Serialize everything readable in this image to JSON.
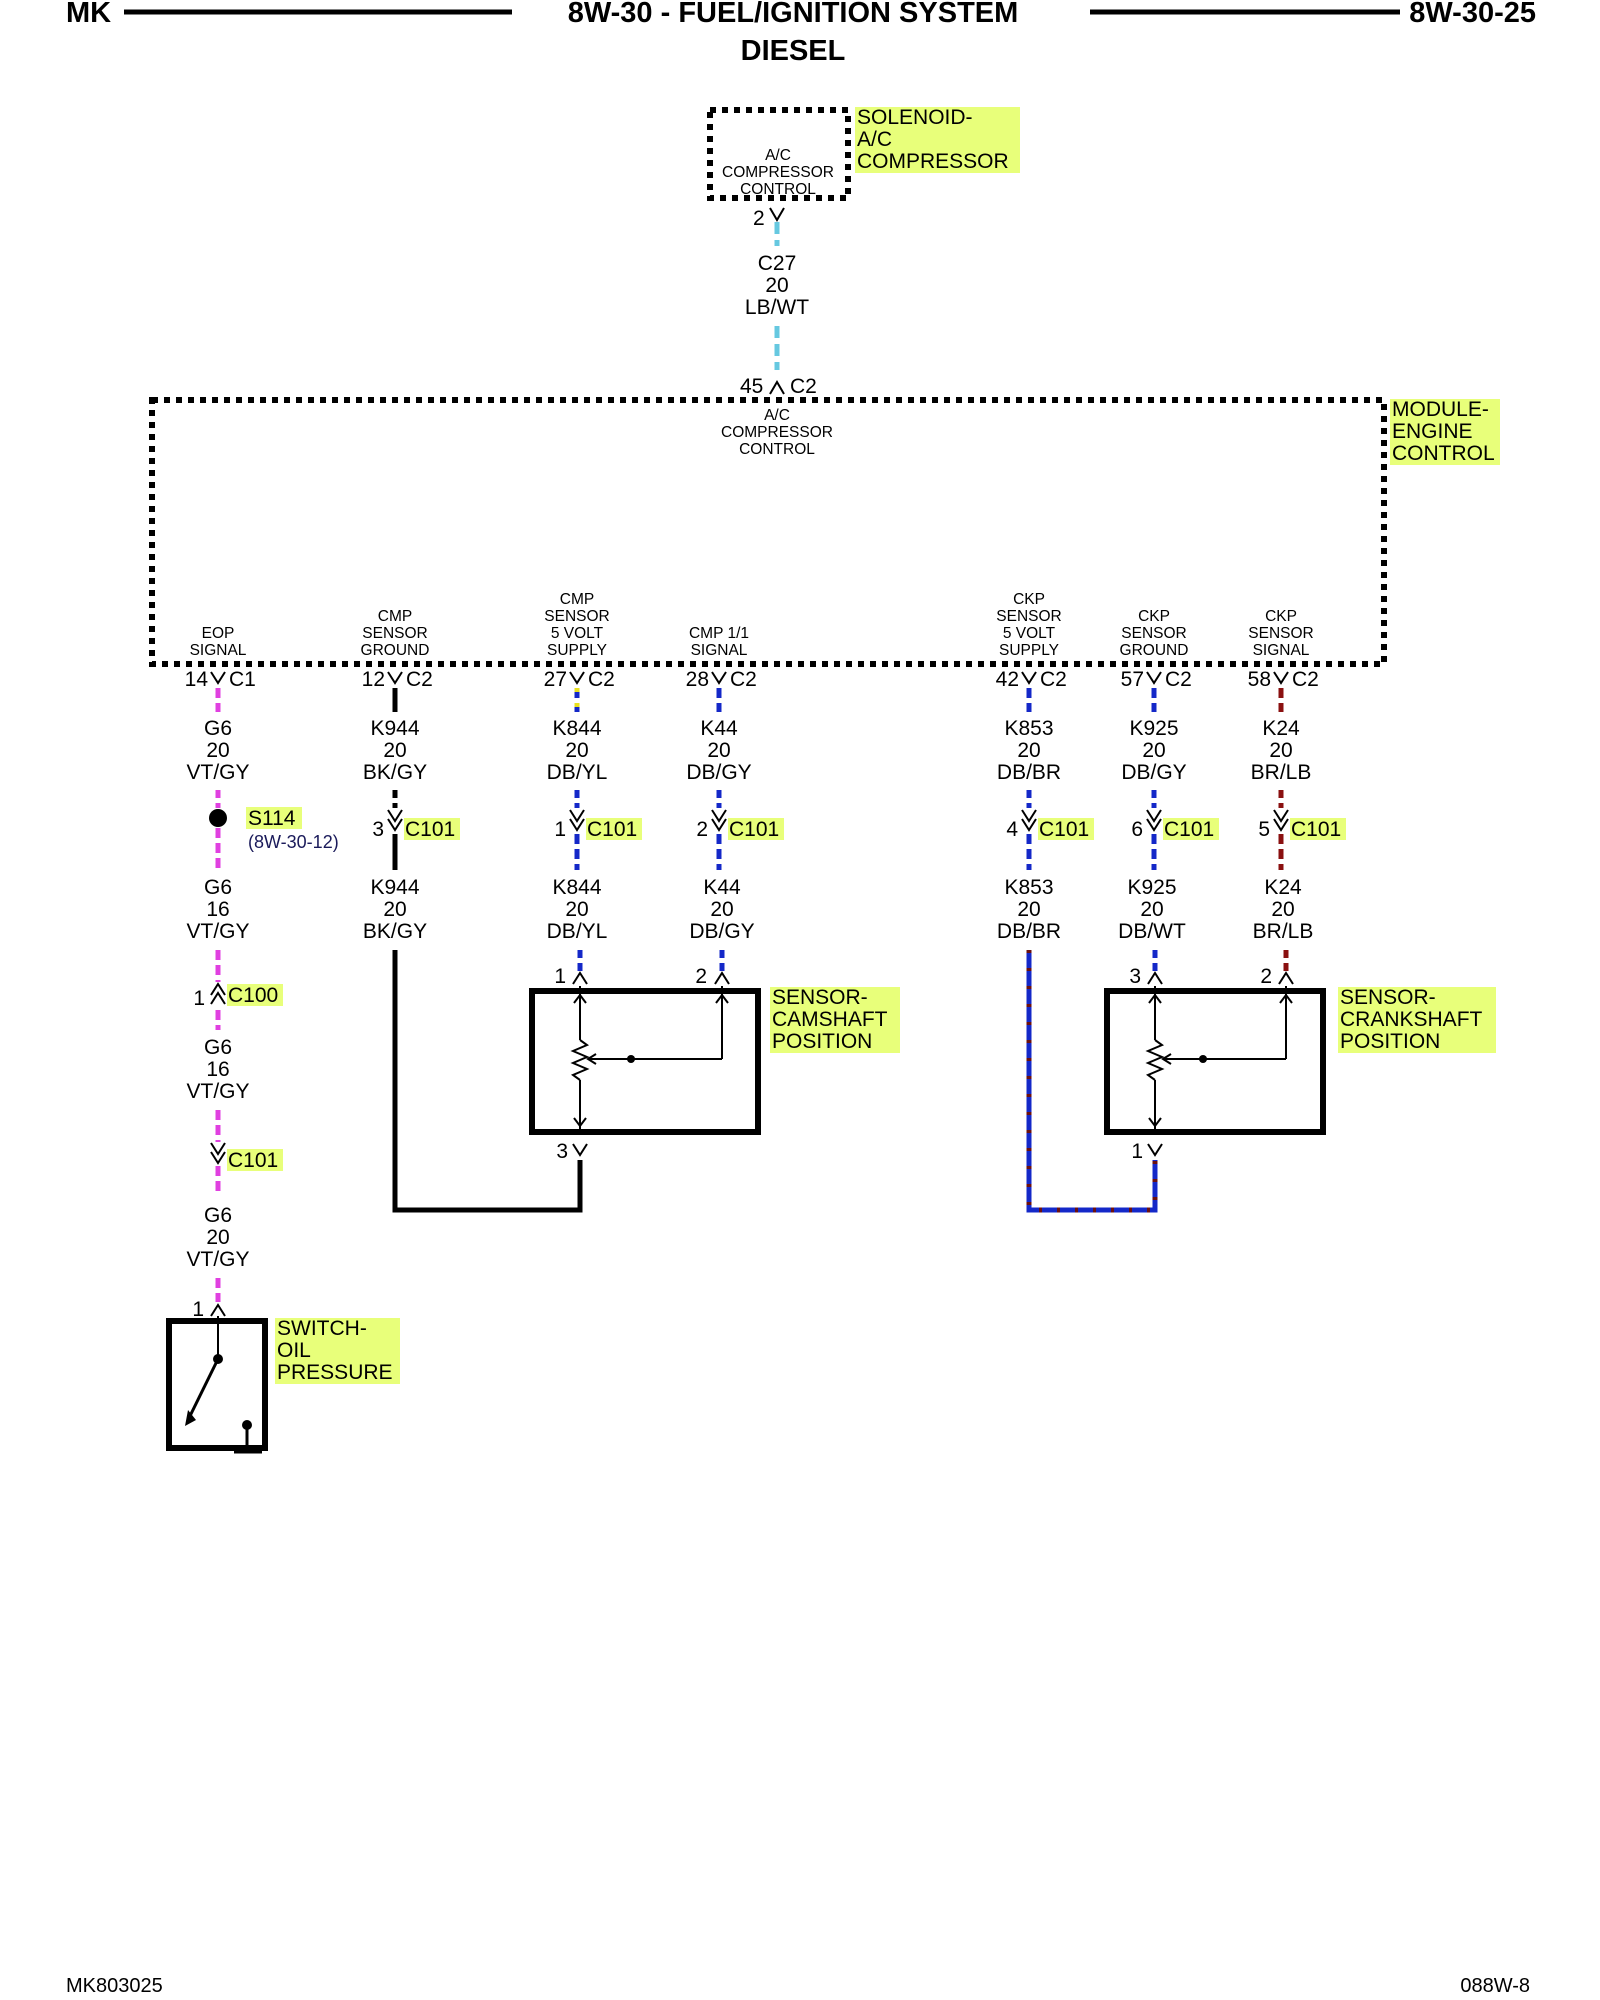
{
  "header": {
    "left": "MK",
    "title_line1": "8W-30 - FUEL/IGNITION SYSTEM",
    "title_line2": "DIESEL",
    "right": "8W-30-25"
  },
  "footer": {
    "left": "MK803025",
    "right": "088W-8"
  },
  "colors": {
    "highlight": "#e8ff7a",
    "light_blue": "#66c8e0",
    "violet": "#e040e0",
    "dark_blue": "#1428c8",
    "yellow": "#e8e020",
    "brown": "#8a1010",
    "gray": "#8a8a8a",
    "black": "#000000"
  },
  "solenoid": {
    "func_line1": "A/C",
    "func_line2": "COMPRESSOR",
    "func_line3": "CONTROL",
    "label_line1": "SOLENOID-",
    "label_line2": "A/C",
    "label_line3": "COMPRESSOR",
    "pin": "2",
    "wire_circuit": "C27",
    "wire_gauge": "20",
    "wire_color": "LB/WT"
  },
  "module": {
    "label_line1": "MODULE-",
    "label_line2": "ENGINE",
    "label_line3": "CONTROL",
    "top_pin": "45",
    "top_conn": "C2",
    "top_func_line1": "A/C",
    "top_func_line2": "COMPRESSOR",
    "top_func_line3": "CONTROL"
  },
  "ecm_pins": [
    {
      "func": [
        "EOP",
        "SIGNAL"
      ],
      "pin": "14",
      "conn": "C1"
    },
    {
      "func": [
        "CMP",
        "SENSOR",
        "GROUND"
      ],
      "pin": "12",
      "conn": "C2"
    },
    {
      "func": [
        "CMP",
        "SENSOR",
        "5 VOLT",
        "SUPPLY"
      ],
      "pin": "27",
      "conn": "C2"
    },
    {
      "func": [
        "CMP 1/1",
        "SIGNAL"
      ],
      "pin": "28",
      "conn": "C2"
    },
    {
      "func": [
        "CKP",
        "SENSOR",
        "5 VOLT",
        "SUPPLY"
      ],
      "pin": "42",
      "conn": "C2"
    },
    {
      "func": [
        "CKP",
        "SENSOR",
        "GROUND"
      ],
      "pin": "57",
      "conn": "C2"
    },
    {
      "func": [
        "CKP",
        "SENSOR",
        "SIGNAL"
      ],
      "pin": "58",
      "conn": "C2"
    }
  ],
  "eop_chain": {
    "wire1": [
      "G6",
      "20",
      "VT/GY"
    ],
    "splice": "S114",
    "splice_ref": "(8W-30-12)",
    "wire2": [
      "G6",
      "16",
      "VT/GY"
    ],
    "conn_c100_pin": "1",
    "conn_c100": "C100",
    "wire3": [
      "G6",
      "16",
      "VT/GY"
    ],
    "conn_c101": "C101",
    "wire4": [
      "G6",
      "20",
      "VT/GY"
    ],
    "switch_pin": "1",
    "switch_label": [
      "SWITCH-",
      "OIL",
      "PRESSURE"
    ]
  },
  "cmp_ground": {
    "wire1": [
      "K944",
      "20",
      "BK/GY"
    ],
    "c101_pin": "3",
    "c101": "C101",
    "wire2": [
      "K944",
      "20",
      "BK/GY"
    ]
  },
  "cmp_supply": {
    "wire1": [
      "K844",
      "20",
      "DB/YL"
    ],
    "c101_pin": "1",
    "c101": "C101",
    "wire2": [
      "K844",
      "20",
      "DB/YL"
    ]
  },
  "cmp_signal": {
    "wire1": [
      "K44",
      "20",
      "DB/GY"
    ],
    "c101_pin": "2",
    "c101": "C101",
    "wire2": [
      "K44",
      "20",
      "DB/GY"
    ]
  },
  "ckp_supply": {
    "wire1": [
      "K853",
      "20",
      "DB/BR"
    ],
    "c101_pin": "4",
    "c101": "C101",
    "wire2": [
      "K853",
      "20",
      "DB/BR"
    ]
  },
  "ckp_ground": {
    "wire1": [
      "K925",
      "20",
      "DB/GY"
    ],
    "c101_pin": "6",
    "c101": "C101",
    "wire2": [
      "K925",
      "20",
      "DB/WT"
    ]
  },
  "ckp_signal": {
    "wire1": [
      "K24",
      "20",
      "BR/LB"
    ],
    "c101_pin": "5",
    "c101": "C101",
    "wire2": [
      "K24",
      "20",
      "BR/LB"
    ]
  },
  "cam_sensor": {
    "label": [
      "SENSOR-",
      "CAMSHAFT",
      "POSITION"
    ],
    "pin_supply": "1",
    "pin_signal": "2",
    "pin_ground": "3"
  },
  "crank_sensor": {
    "label": [
      "SENSOR-",
      "CRANKSHAFT",
      "POSITION"
    ],
    "pin_supply": "3",
    "pin_signal": "2",
    "pin_ground": "1"
  }
}
